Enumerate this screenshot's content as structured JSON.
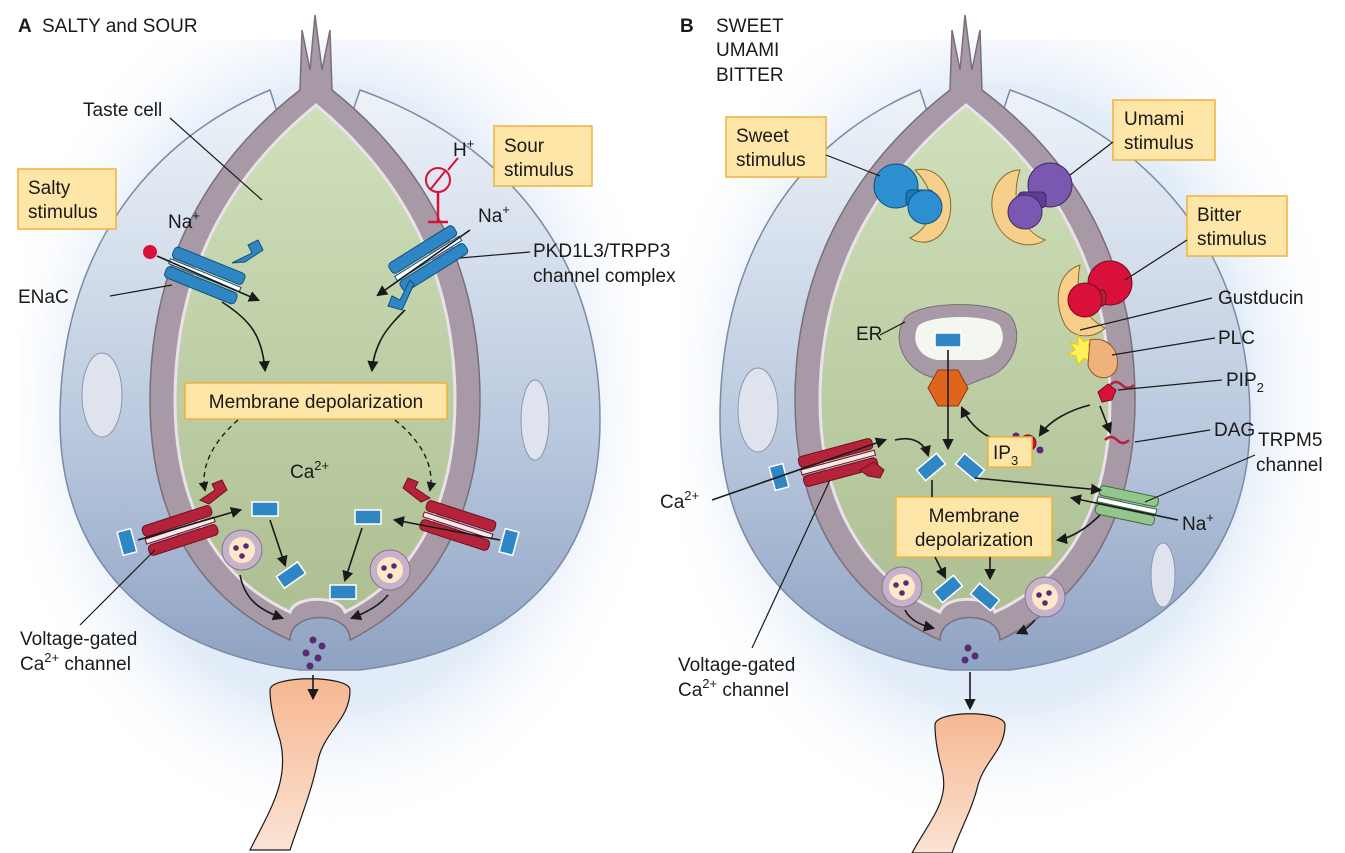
{
  "panelA": {
    "letter": "A",
    "title": "SALTY and SOUR",
    "taste_cell": "Taste cell",
    "salty_stimulus": [
      "Salty",
      "stimulus"
    ],
    "sour_stimulus": [
      "Sour",
      "stimulus"
    ],
    "na_left": "Na",
    "na_right": "Na",
    "h_ion": "H",
    "plus": "+",
    "enac": "ENaC",
    "pkd": [
      "PKD1L3/TRPP3",
      "channel complex"
    ],
    "membrane_depolarization": "Membrane depolarization",
    "ca": "Ca",
    "ca_sup": "2+",
    "vgcc": [
      "Voltage-gated",
      "Ca",
      "2+",
      " channel"
    ]
  },
  "panelB": {
    "letter": "B",
    "title": [
      "SWEET",
      "UMAMI",
      "BITTER"
    ],
    "sweet_stimulus": [
      "Sweet",
      "stimulus"
    ],
    "umami_stimulus": [
      "Umami",
      "stimulus"
    ],
    "bitter_stimulus": [
      "Bitter",
      "stimulus"
    ],
    "gustducin": "Gustducin",
    "plc": "PLC",
    "pip": "PIP",
    "pip_sub": "2",
    "dag": "DAG",
    "er": "ER",
    "ip": "IP",
    "ip_sub": "3",
    "trpm5": [
      "TRPM5",
      "channel"
    ],
    "ca": "Ca",
    "ca_sup": "2+",
    "na": "Na",
    "plus": "+",
    "membrane_depolarization": [
      "Membrane",
      "depolarization"
    ],
    "vgcc": [
      "Voltage-gated",
      "Ca",
      "2+",
      " channel"
    ]
  },
  "colors": {
    "box_fill": "#fde6a8",
    "cell_interior": "#d7e3c0",
    "membrane": "#a79aa6",
    "ion_channel_blue": "#2f86c4",
    "ca_channel_red": "#b5233a",
    "background_glow": "#cfe0f3"
  }
}
